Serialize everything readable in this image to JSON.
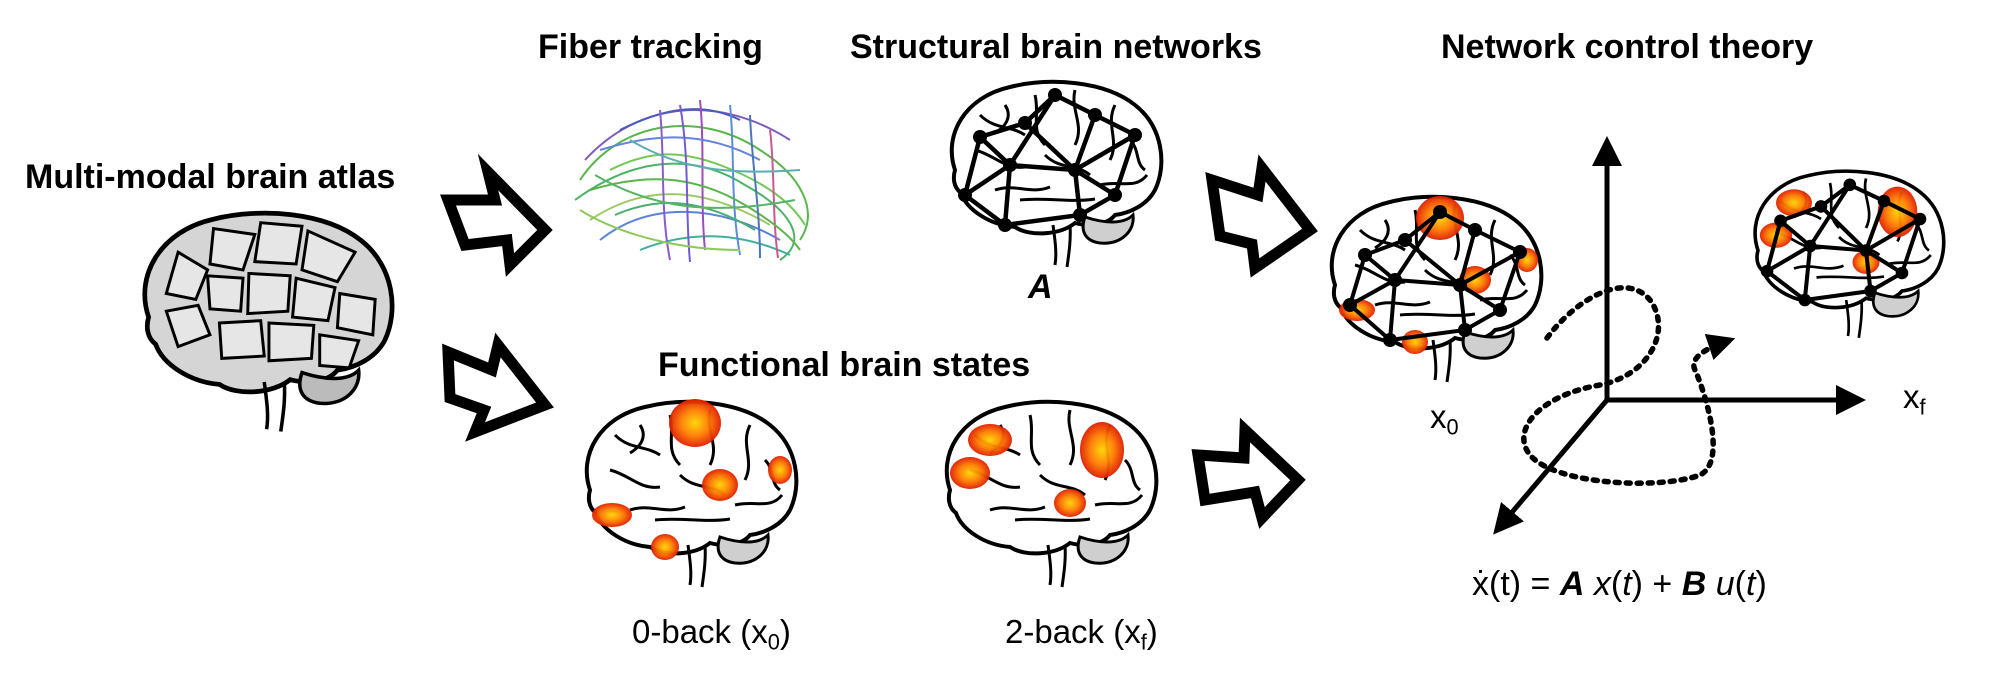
{
  "titles": {
    "atlas": "Multi-modal brain atlas",
    "fiber": "Fiber tracking",
    "structural": "Structural brain networks",
    "functional": "Functional brain states",
    "control": "Network control theory"
  },
  "labels": {
    "adjacency": "A",
    "zero_back_text": "0-back (x",
    "zero_back_sub": "0",
    "two_back_text": "2-back (x",
    "two_back_sub": "f",
    "close_paren": ")",
    "x0_base": "x",
    "x0_sub": "0",
    "xf_base": "x",
    "xf_sub": "f"
  },
  "equation": {
    "lhs": "ẋ(t) = ",
    "A": "A",
    "x": "x",
    "t1": "(",
    "t2": "t",
    "t3": ") + ",
    "B": "B",
    "u": "u",
    "t4": "(",
    "t5": "t",
    "t6": ")"
  },
  "colors": {
    "activation_core": "#ffd400",
    "activation_mid": "#ff7a00",
    "activation_edge": "#e01e00",
    "ink": "#000000",
    "atlas_fill": "#cfcfcf"
  },
  "icons": [
    "brain-atlas-icon",
    "tractography-icon",
    "brain-network-icon",
    "brain-activation-icon",
    "arrow-icon"
  ]
}
